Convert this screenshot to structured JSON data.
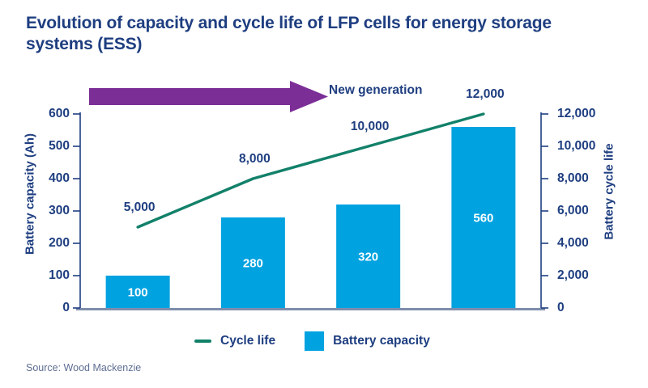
{
  "page": {
    "title_lines": [
      "Evolution of capacity and cycle life of LFP cells for energy storage",
      "systems (ESS)"
    ],
    "source": "Source: Wood Mackenzie"
  },
  "annotation": {
    "arrow_label": "New generation"
  },
  "legend": {
    "items": [
      {
        "label": "Cycle life",
        "swatch": "line"
      },
      {
        "label": "Battery capacity",
        "swatch": "square"
      }
    ]
  },
  "colors": {
    "navy": "#1e3e80",
    "bar_blue": "#00a2e0",
    "line_teal": "#12816a",
    "arrow_purple": "#7c2e97",
    "baseline_slate": "#7e8dac",
    "source_gray": "#5f6e93",
    "bar_label_white": "#ffffff"
  },
  "chart_data": {
    "type": "combo-bar-line",
    "title": "Evolution of capacity and cycle life of LFP cells for energy storage systems (ESS)",
    "categories": [
      "",
      "",
      "",
      ""
    ],
    "series": [
      {
        "name": "Battery capacity",
        "chart": "bar",
        "axis": "left",
        "values": [
          100,
          280,
          320,
          560
        ],
        "data_labels": [
          "100",
          "280",
          "320",
          "560"
        ]
      },
      {
        "name": "Cycle life",
        "chart": "line",
        "axis": "right",
        "values": [
          5000,
          8000,
          10000,
          12000
        ],
        "data_labels": [
          "5,000",
          "8,000",
          "10,000",
          "12,000"
        ]
      }
    ],
    "left_axis": {
      "label": "Battery capacity (Ah)",
      "min": 0,
      "max": 600,
      "tick_interval": 100,
      "ticks": [
        "0",
        "100",
        "200",
        "300",
        "400",
        "500",
        "600"
      ]
    },
    "right_axis": {
      "label": "Battery cycle life",
      "min": 0,
      "max": 12000,
      "tick_interval": 2000,
      "ticks": [
        "0",
        "2,000",
        "4,000",
        "6,000",
        "8,000",
        "10,000",
        "12,000"
      ]
    },
    "grid": false,
    "legend_position": "bottom",
    "annotation_arrow": "New generation"
  }
}
